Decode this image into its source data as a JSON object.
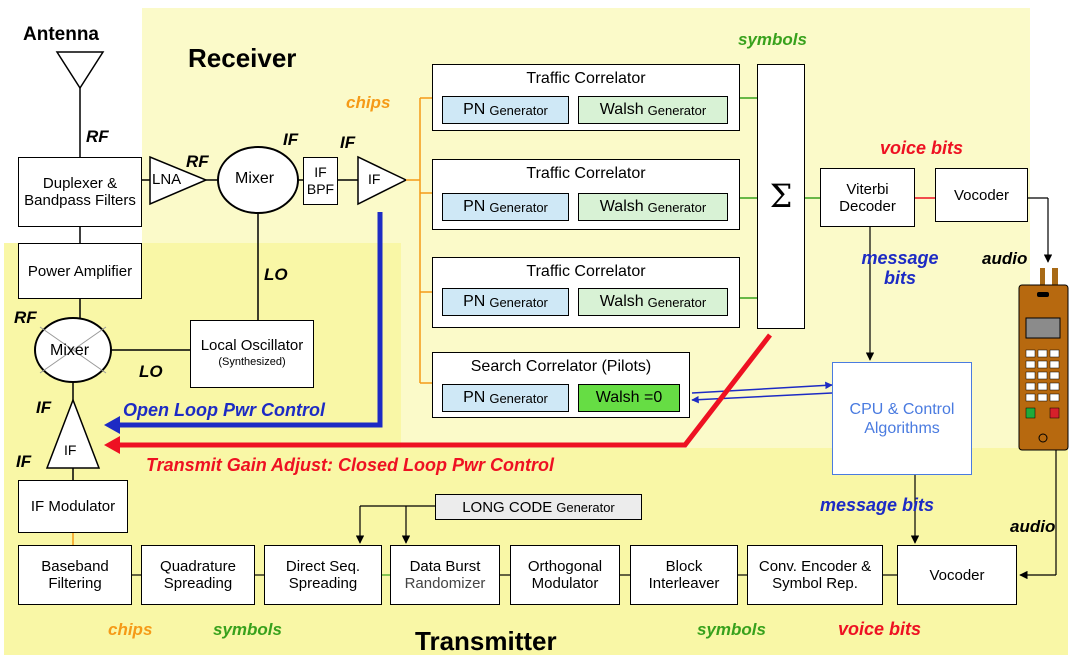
{
  "diagram": {
    "antenna": "Antenna",
    "receiver": "Receiver",
    "transmitter": "Transmitter",
    "rf_top": "RF",
    "duplexer": "Duplexer & Bandpass Filters",
    "lna": "LNA",
    "rf_lna": "RF",
    "mixer": "Mixer",
    "if_mixer": "IF",
    "if_bpf_label": "IF",
    "if_bpf": "IF BPF",
    "if_amp": "IF",
    "lo_rx": "LO",
    "power_amp": "Power Amplifier",
    "rf_tx": "RF",
    "mixer_tx": "Mixer",
    "lo_tx": "LO",
    "local_osc": "Local Oscillator",
    "local_osc_sub": "(Synthesized)",
    "if_tx_upper": "IF",
    "if_tx_amp": "IF",
    "if_tx_lower": "IF",
    "if_mod": "IF Modulator",
    "open_loop": "Open Loop Pwr Control",
    "closed_loop": "Transmit Gain Adjust: Closed Loop Pwr Control",
    "chips_rx": "chips",
    "symbols_rx": "symbols",
    "traffic_correlator": "Traffic Correlator",
    "pn": "PN",
    "walsh": "Walsh",
    "generator": "Generator",
    "search_correlator": "Search Correlator (Pilots)",
    "walsh_zero": "Walsh =0",
    "sigma": "Σ",
    "viterbi": "Viterbi Decoder",
    "vocoder_rx": "Vocoder",
    "voice_bits_rx": "voice bits",
    "message_bits_rx": "message bits",
    "cpu": "CPU & Control Algorithms",
    "audio_top": "audio",
    "audio_bottom": "audio",
    "message_bits_tx": "message bits",
    "long_code": "LONG CODE",
    "long_code_gen": "Generator",
    "baseband": "Baseband Filtering",
    "quadrature": "Quadrature Spreading",
    "direct_seq": "Direct Seq. Spreading",
    "data_burst": "Data Burst",
    "randomizer": "Randomizer",
    "orthogonal": "Orthogonal Modulator",
    "block_interleaver": "Block Interleaver",
    "conv_encoder": "Conv. Encoder & Symbol Rep.",
    "vocoder_tx": "Vocoder",
    "chips_tx": "chips",
    "symbols_tx1": "symbols",
    "symbols_tx2": "symbols",
    "voice_bits_tx": "voice bits"
  },
  "colors": {
    "receiver_bg": "#fbfac9",
    "transmitter_bg": "#f9f7a6",
    "open_loop": "#1d2bc4",
    "closed_loop": "#ee1122",
    "chips": "#f59a17",
    "symbols": "#38a11c",
    "cpu_text": "#4a7be0"
  }
}
